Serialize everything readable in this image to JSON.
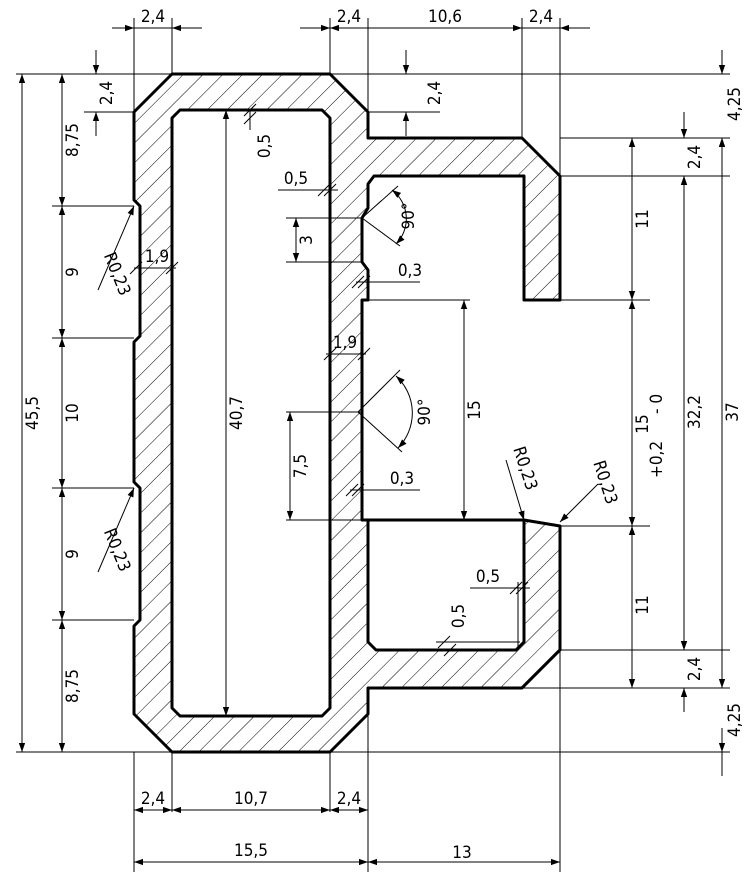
{
  "dims": {
    "top_2_4_left": "2,4",
    "top_2_4_mid": "2,4",
    "top_10_6": "10,6",
    "top_2_4_right": "2,4",
    "corner_2_4_left": "2,4",
    "corner_2_4_right": "2,4",
    "left_8_75_top": "8,75",
    "left_9_top": "9",
    "left_10": "10",
    "left_9_bottom": "9",
    "left_8_75_bottom": "8,75",
    "overall_45_5": "45,5",
    "inner_40_7": "40,7",
    "inset_0_5_top": "0,5",
    "inset_0_5_side": "0,5",
    "groove_3": "3",
    "groove_0_3_top": "0,3",
    "wall_1_9_left": "1,9",
    "wall_1_9_mid": "1,9",
    "angle_90_top": "90°",
    "angle_90_mid": "90°",
    "depth_7_5": "7,5",
    "groove_0_3_mid": "0,3",
    "slot_15": "15",
    "radius_r0_23_a": "R0,23",
    "radius_r0_23_b": "R0,23",
    "radius_r0_23_c": "R0,23",
    "radius_r0_23_d": "R0,23",
    "lip_0_5_h": "0,5",
    "lip_0_5_v": "0,5",
    "right_4_25_top": "4,25",
    "right_2_4_top": "2,4",
    "right_11_top": "11",
    "right_15": "15",
    "tol_plus": "+0,2",
    "tol_minus": "- 0",
    "right_11_bottom": "11",
    "right_2_4_bottom": "2,4",
    "right_4_25_bottom": "4,25",
    "right_32_2": "32,2",
    "right_37": "37",
    "bottom_2_4_left": "2,4",
    "bottom_10_7": "10,7",
    "bottom_2_4_right": "2,4",
    "bottom_15_5": "15,5",
    "bottom_13": "13"
  }
}
